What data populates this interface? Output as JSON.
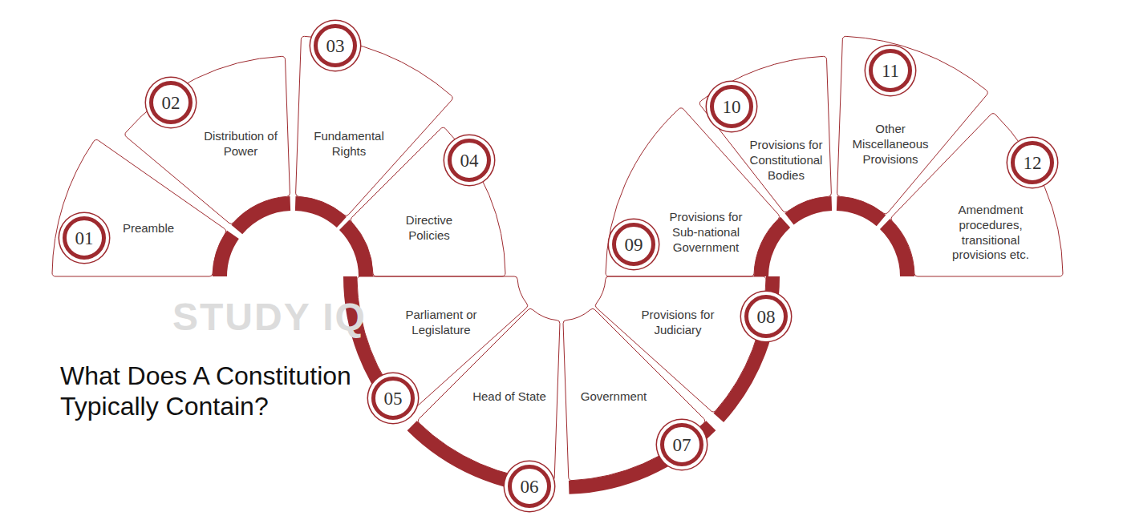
{
  "diagram": {
    "title": "What Does A Constitution Typically Contain?",
    "nodes": [
      {
        "text": [
          "Preamble"
        ]
      },
      {
        "text": [
          "01"
        ],
        "in": 0
      },
      {
        "text": [
          "Distribution of Power"
        ]
      },
      {
        "text": [
          "02"
        ],
        "in": 2
      },
      {
        "text": [
          "Fundamental Rights"
        ]
      },
      {
        "text": [
          "03"
        ],
        "in": 4
      },
      {
        "text": [
          "Directive Policies"
        ]
      },
      {
        "text": [
          "04"
        ],
        "in": 6
      },
      {
        "text": [
          "Parliament or Legislature"
        ]
      },
      {
        "text": [
          "05"
        ],
        "in": 8
      },
      {
        "text": [
          "Head of State"
        ]
      },
      {
        "text": [
          "06"
        ],
        "in": 10
      },
      {
        "text": [
          "Government"
        ]
      },
      {
        "text": [
          "07"
        ],
        "in": 12
      },
      {
        "text": [
          "Provisions for Judiciary"
        ]
      },
      {
        "text": [
          "08"
        ],
        "in": 14
      },
      {
        "text": [
          "Provisions for Sub-national Government"
        ]
      },
      {
        "text": [
          "09"
        ],
        "in": 16
      },
      {
        "text": [
          "Provisions for Constitutional Bodies"
        ]
      },
      {
        "text": [
          "10"
        ],
        "in": 18
      },
      {
        "text": [
          "Other Miscellaneous Provisions"
        ]
      },
      {
        "text": [
          "11"
        ],
        "in": 20
      },
      {
        "text": [
          "Amendment procedures, transitional provisions etc."
        ]
      },
      {
        "text": [
          "12"
        ],
        "in": 22
      }
    ],
    "labels": [
      "STUDY IQ"
    ]
  }
}
